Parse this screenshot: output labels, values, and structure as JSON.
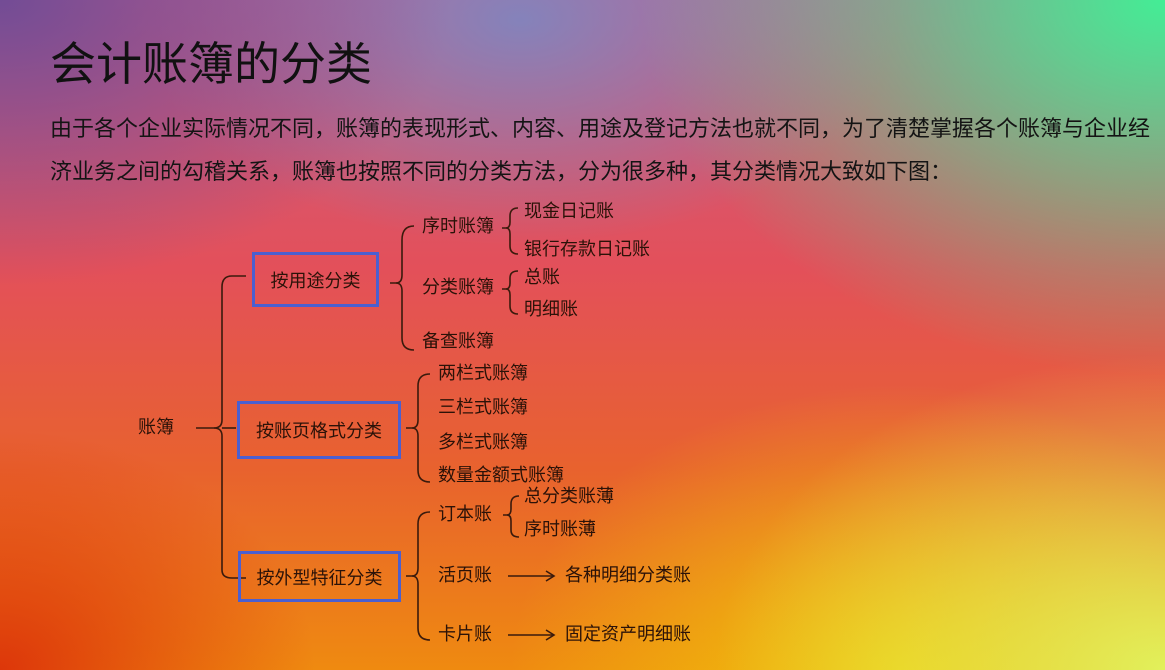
{
  "slide": {
    "title": "会计账簿的分类",
    "intro": "由于各个企业实际情况不同，账簿的表现形式、内容、用途及登记方法也就不同，为了清楚掌握各个账簿与企业经济业务之间的勾稽关系，账簿也按照不同的分类方法，分为很多种，其分类情况大致如下图："
  },
  "diagram": {
    "root": "账簿",
    "box_color": "#4b5fd0",
    "line_color": "#3a1a0c",
    "groups": [
      {
        "label": "按用途分类",
        "children": [
          {
            "label": "序时账簿",
            "children": [
              "现金日记账",
              "银行存款日记账"
            ]
          },
          {
            "label": "分类账簿",
            "children": [
              "总账",
              "明细账"
            ]
          },
          {
            "label": "备查账簿"
          }
        ]
      },
      {
        "label": "按账页格式分类",
        "children": [
          {
            "label": "两栏式账簿"
          },
          {
            "label": "三栏式账簿"
          },
          {
            "label": "多栏式账簿"
          },
          {
            "label": "数量金额式账簿"
          }
        ]
      },
      {
        "label": "按外型特征分类",
        "children": [
          {
            "label": "订本账",
            "children": [
              "总分类账薄",
              "序时账薄"
            ]
          },
          {
            "label": "活页账",
            "arrow_to": "各种明细分类账"
          },
          {
            "label": "卡片账",
            "arrow_to": "固定资产明细账"
          }
        ]
      }
    ]
  }
}
